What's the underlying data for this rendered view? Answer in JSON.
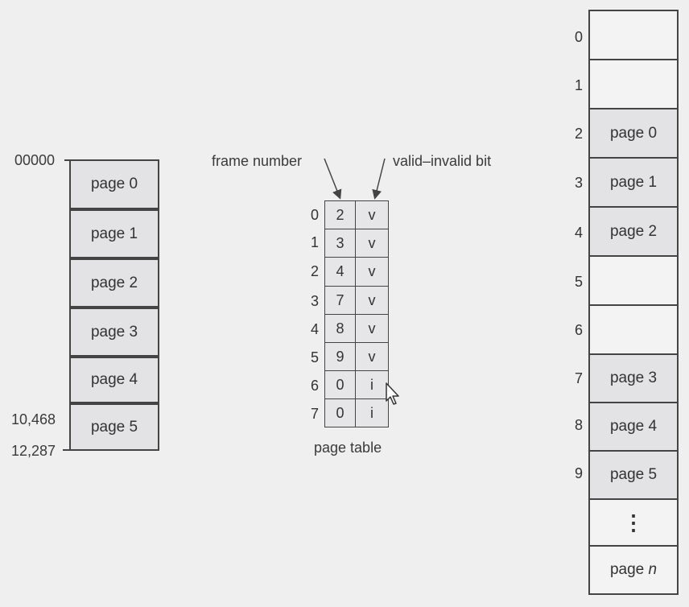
{
  "logical_memory": {
    "start_address": "00000",
    "addr_page5_start": "10,468",
    "addr_end": "12,287",
    "pages": [
      "page 0",
      "page 1",
      "page 2",
      "page 3",
      "page 4",
      "page 5"
    ]
  },
  "page_table": {
    "label_frame_number": "frame number",
    "label_valid_bit": "valid–invalid bit",
    "caption": "page table",
    "rows": [
      {
        "index": "0",
        "frame": "2",
        "bit": "v"
      },
      {
        "index": "1",
        "frame": "3",
        "bit": "v"
      },
      {
        "index": "2",
        "frame": "4",
        "bit": "v"
      },
      {
        "index": "3",
        "frame": "7",
        "bit": "v"
      },
      {
        "index": "4",
        "frame": "8",
        "bit": "v"
      },
      {
        "index": "5",
        "frame": "9",
        "bit": "v"
      },
      {
        "index": "6",
        "frame": "0",
        "bit": "i"
      },
      {
        "index": "7",
        "frame": "0",
        "bit": "i"
      }
    ]
  },
  "physical_memory": {
    "frames": [
      {
        "index": "0",
        "content": ""
      },
      {
        "index": "1",
        "content": ""
      },
      {
        "index": "2",
        "content": "page 0"
      },
      {
        "index": "3",
        "content": "page 1"
      },
      {
        "index": "4",
        "content": "page 2"
      },
      {
        "index": "5",
        "content": ""
      },
      {
        "index": "6",
        "content": ""
      },
      {
        "index": "7",
        "content": "page 3"
      },
      {
        "index": "8",
        "content": "page 4"
      },
      {
        "index": "9",
        "content": "page 5"
      },
      {
        "index": "",
        "content": "⋮"
      },
      {
        "index": "",
        "content": "page n"
      }
    ],
    "last_frame_prefix": "page ",
    "last_frame_var": "n"
  }
}
